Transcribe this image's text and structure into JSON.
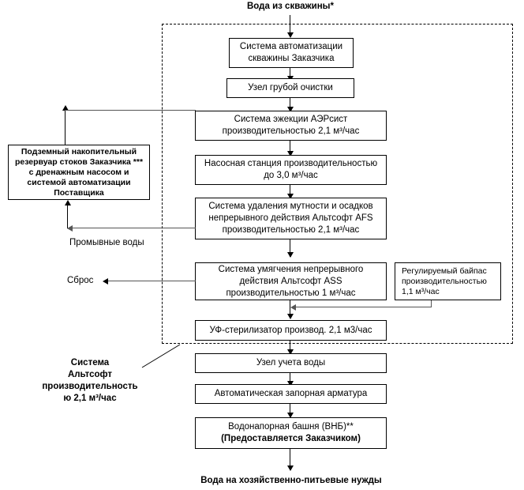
{
  "diagram": {
    "title_top": "Вода из скважины*",
    "title_bottom": "Вода на хозяйственно-питьевые нужды",
    "nodes": {
      "well_automation": "Система автоматизации\nскважины Заказчика",
      "coarse_filter": "Узел грубой очистки",
      "ejection": "Система эжекции АЭРсист\nпроизводительностью 2,1 м³/час",
      "pump_station": "Насосная станция производительностью\nдо 3,0 м³/час",
      "afs": "Система удаления мутности и осадков\nнепрерывного действия Альтсофт AFS\nпроизводительностью 2,1 м³/час",
      "ass": "Система умягчения непрерывного\nдействия Альтсофт ASS\nпроизводительностью 1 м³/час",
      "bypass": "Регулируемый байпас\nпроизводительностью\n1,1 м³/час",
      "uv": "УФ-стерилизатор производ. 2,1 м3/час",
      "water_meter": "Узел учета воды",
      "valves": "Автоматическая запорная арматура",
      "tower_line1": "Водонапорная башня (ВНБ)**",
      "tower_line2": "(Предоставляется Заказчиком)",
      "reservoir": "Подземный накопительный\nрезервуар стоков Заказчика ***\nс дренажным насосом и\nсистемой автоматизации\nПоставщика"
    },
    "labels": {
      "backwash": "Промывные воды",
      "discharge": "Сброс",
      "system_caption": "Система\nАльтсофт\nпроизводительность\nю 2,1 м³/час"
    },
    "colors": {
      "line": "#000000",
      "box_fill": "#ffffff",
      "boundary": "#000000"
    }
  }
}
